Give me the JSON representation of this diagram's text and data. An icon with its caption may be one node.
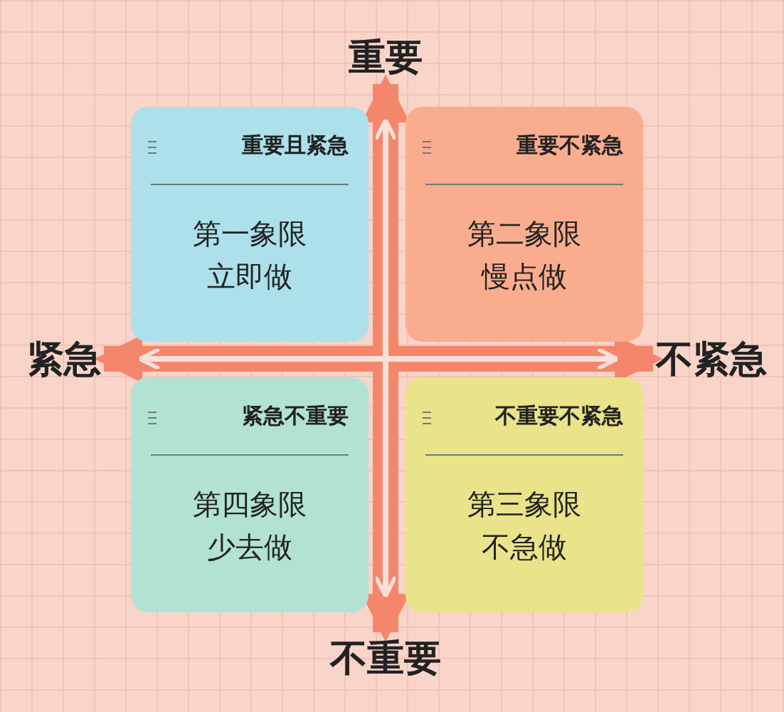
{
  "diagram": {
    "nodes": [
      {
        "text": [
          "重要且紧急",
          "第一象限立即做"
        ]
      },
      {
        "text": [
          "重要不紧急",
          "第二象限慢点做"
        ]
      },
      {
        "text": [
          "紧急不重要",
          "第四象限少去做"
        ]
      },
      {
        "text": [
          "不重要不紧急",
          "第三象限不急做"
        ]
      },
      {
        "text": [
          "重要"
        ]
      },
      {
        "text": [
          "紧急"
        ]
      },
      {
        "text": [
          "不紧急"
        ]
      },
      {
        "text": [
          "不重要"
        ]
      }
    ],
    "edges": [
      {
        "from": 7,
        "to": 4,
        "arrow": "both"
      },
      {
        "from": 5,
        "to": 6,
        "arrow": "both"
      }
    ]
  }
}
